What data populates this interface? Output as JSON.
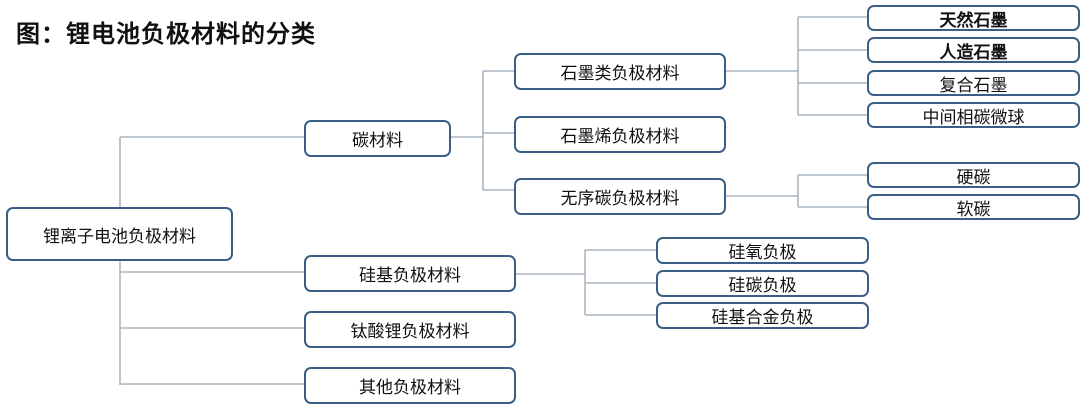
{
  "title": "图：锂电池负极材料的分类",
  "root": "锂离子电池负极材料",
  "level1": {
    "carbon": "碳材料",
    "silicon": "硅基负极材料",
    "lto": "钛酸锂负极材料",
    "other": "其他负极材料"
  },
  "level2": {
    "graphite": "石墨类负极材料",
    "graphene": "石墨烯负极材料",
    "amorphous": "无序碳负极材料",
    "si_oxide": "硅氧负极",
    "si_carbon": "硅碳负极",
    "si_alloy": "硅基合金负极"
  },
  "level3": {
    "natural": "天然石墨",
    "artificial": "人造石墨",
    "composite": "复合石墨",
    "mcmb": "中间相碳微球",
    "hard": "硬碳",
    "soft": "软碳"
  },
  "colors": {
    "border": "#3a5f87",
    "connector": "#9aa6b2"
  }
}
